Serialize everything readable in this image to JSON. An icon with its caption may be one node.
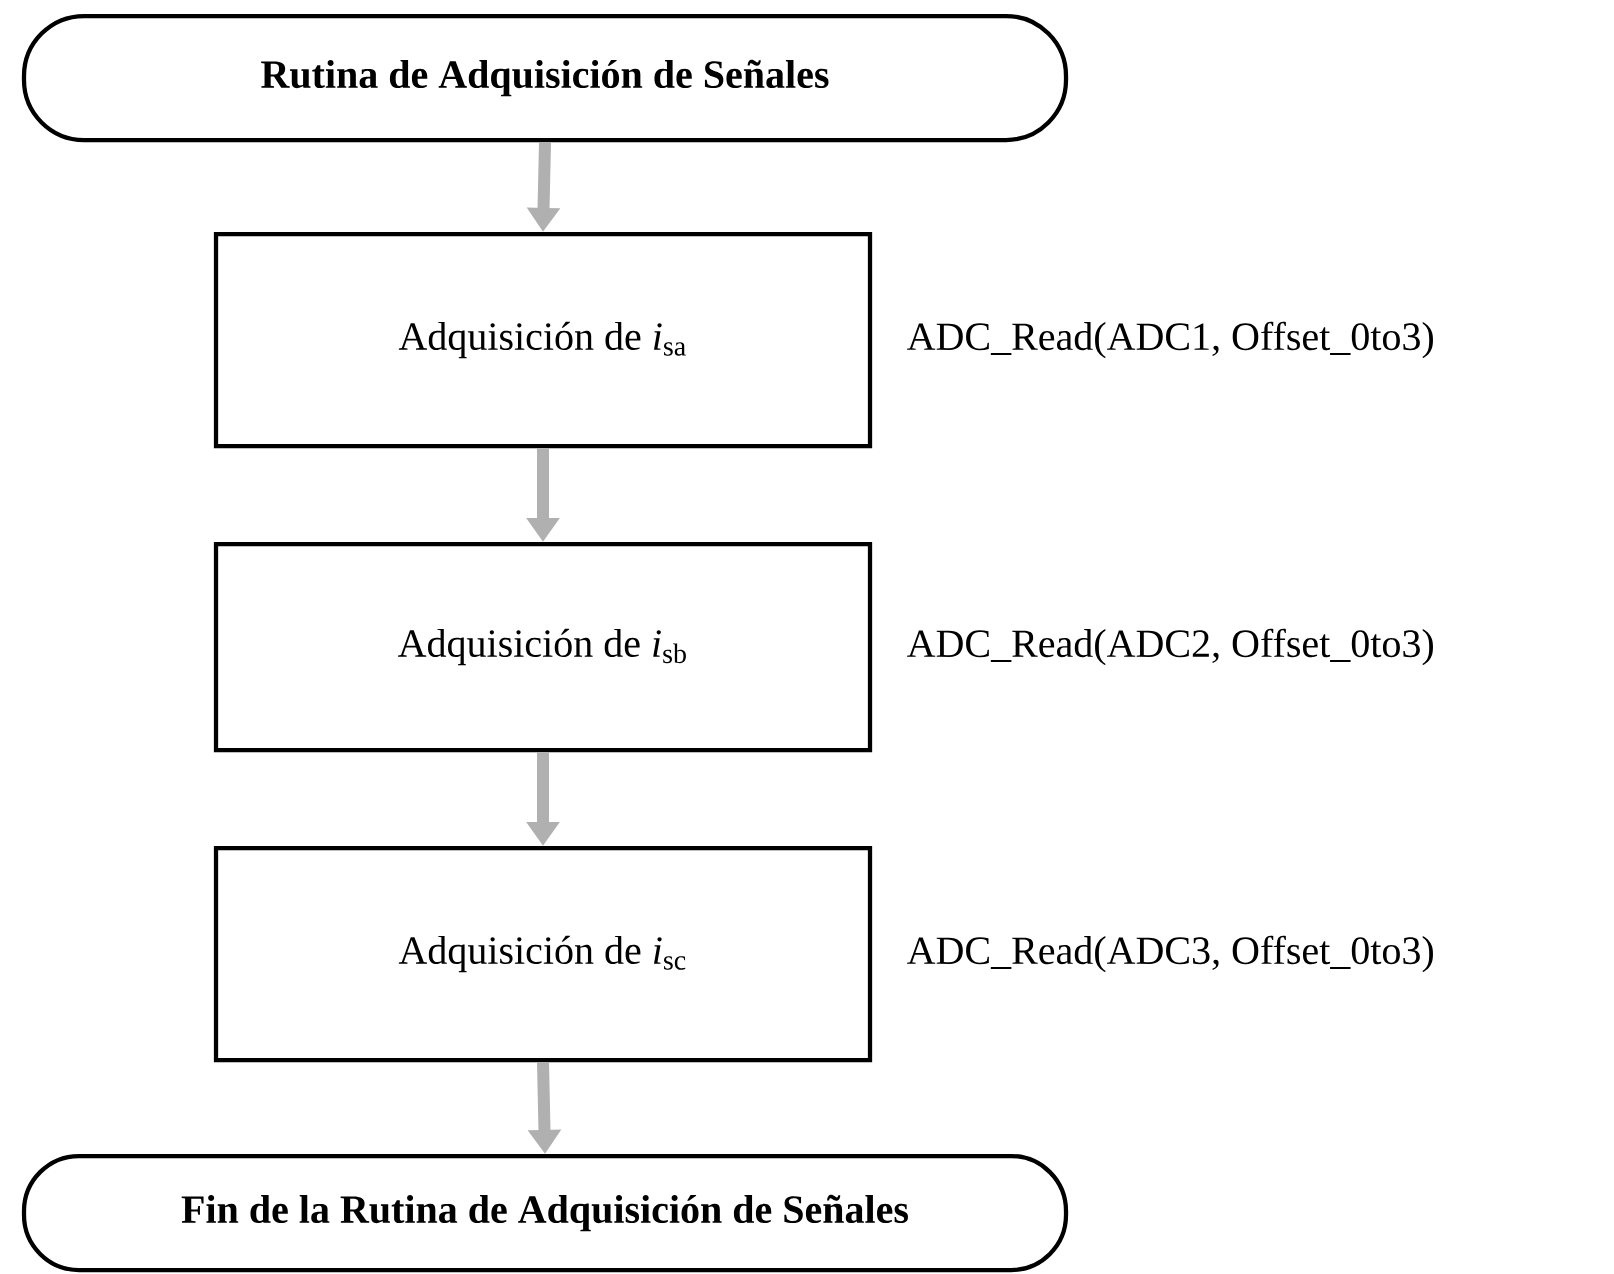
{
  "diagram": {
    "nodes": [
      {
        "text": [
          "**Rutina de Adquisición de Señales**"
        ]
      },
      {
        "text": [
          "Adquisición de *i*$_{sa}$"
        ],
        "beside": [
          "ADC_Read(ADC1, Offset_0to3)"
        ]
      },
      {
        "text": [
          "Adquisición de *i*$_{sb}$"
        ],
        "beside": [
          "ADC_Read(ADC2, Offset_0to3)"
        ]
      },
      {
        "text": [
          "Adquisición de *i*$_{sc}$"
        ],
        "beside": [
          "ADC_Read(ADC3, Offset_0to3)"
        ]
      },
      {
        "text": [
          "**Fin de la Rutina de Adquisición de Señales**"
        ]
      }
    ],
    "edges": [
      {
        "from": 0,
        "to": 1,
        "arrow": "to"
      },
      {
        "from": 1,
        "to": 2,
        "arrow": "to"
      },
      {
        "from": 2,
        "to": 3,
        "arrow": "to"
      },
      {
        "from": 3,
        "to": 4,
        "arrow": "to"
      }
    ]
  }
}
